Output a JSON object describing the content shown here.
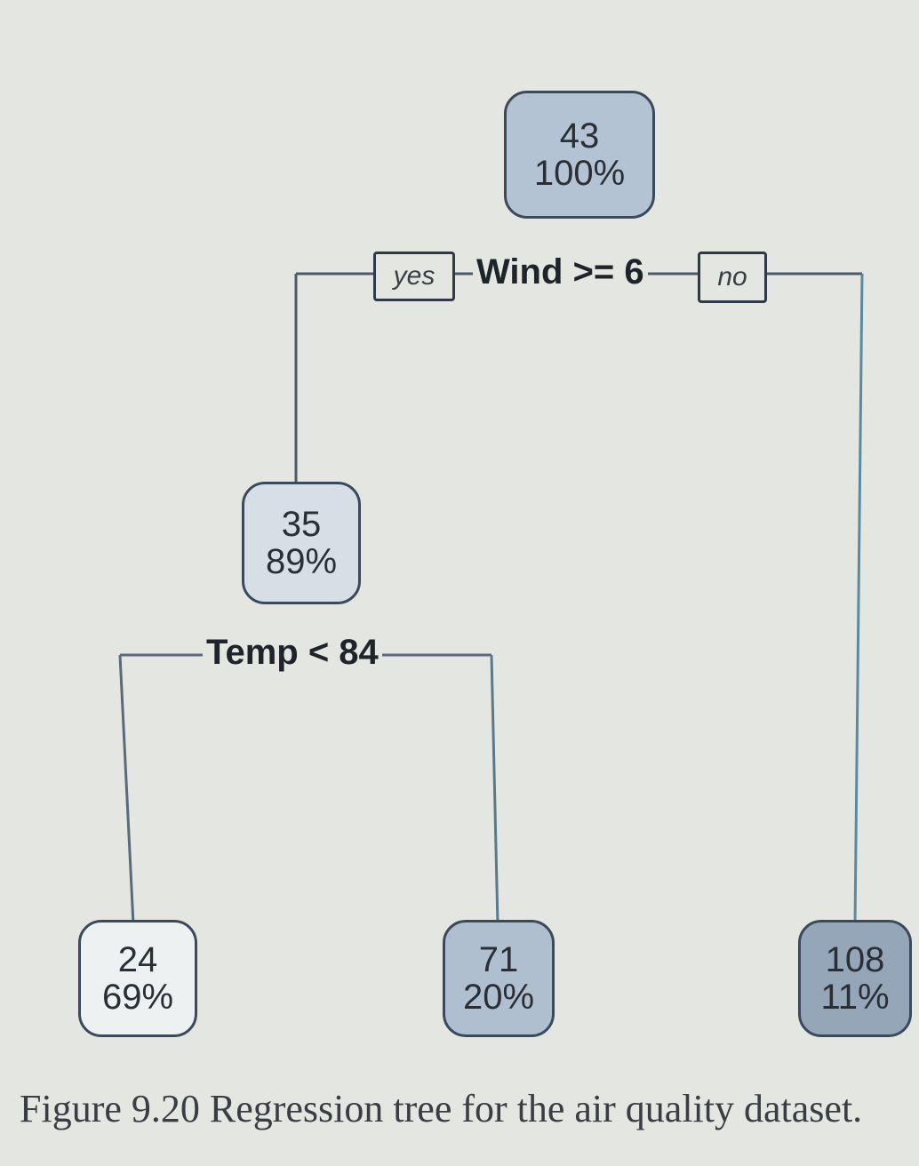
{
  "figure": {
    "caption": "Figure 9.20 Regression tree for the air quality dataset."
  },
  "colors": {
    "background": "#e4e7e1",
    "node_border": "#3a4a5c",
    "edge": "#4a6b80",
    "fill_low": "#eef1f3",
    "fill_mid": "#d3dbe4",
    "fill_high": "#aab9c9",
    "fill_highest": "#9aaabb"
  },
  "tree": {
    "root": {
      "value": "43",
      "percent": "100%"
    },
    "root_split": {
      "label": "Wind >= 6",
      "yes_label": "yes",
      "no_label": "no"
    },
    "left_internal": {
      "value": "35",
      "percent": "89%"
    },
    "left_split": {
      "label": "Temp < 84"
    },
    "leaves": [
      {
        "value": "24",
        "percent": "69%"
      },
      {
        "value": "71",
        "percent": "20%"
      },
      {
        "value": "108",
        "percent": "11%"
      }
    ]
  }
}
